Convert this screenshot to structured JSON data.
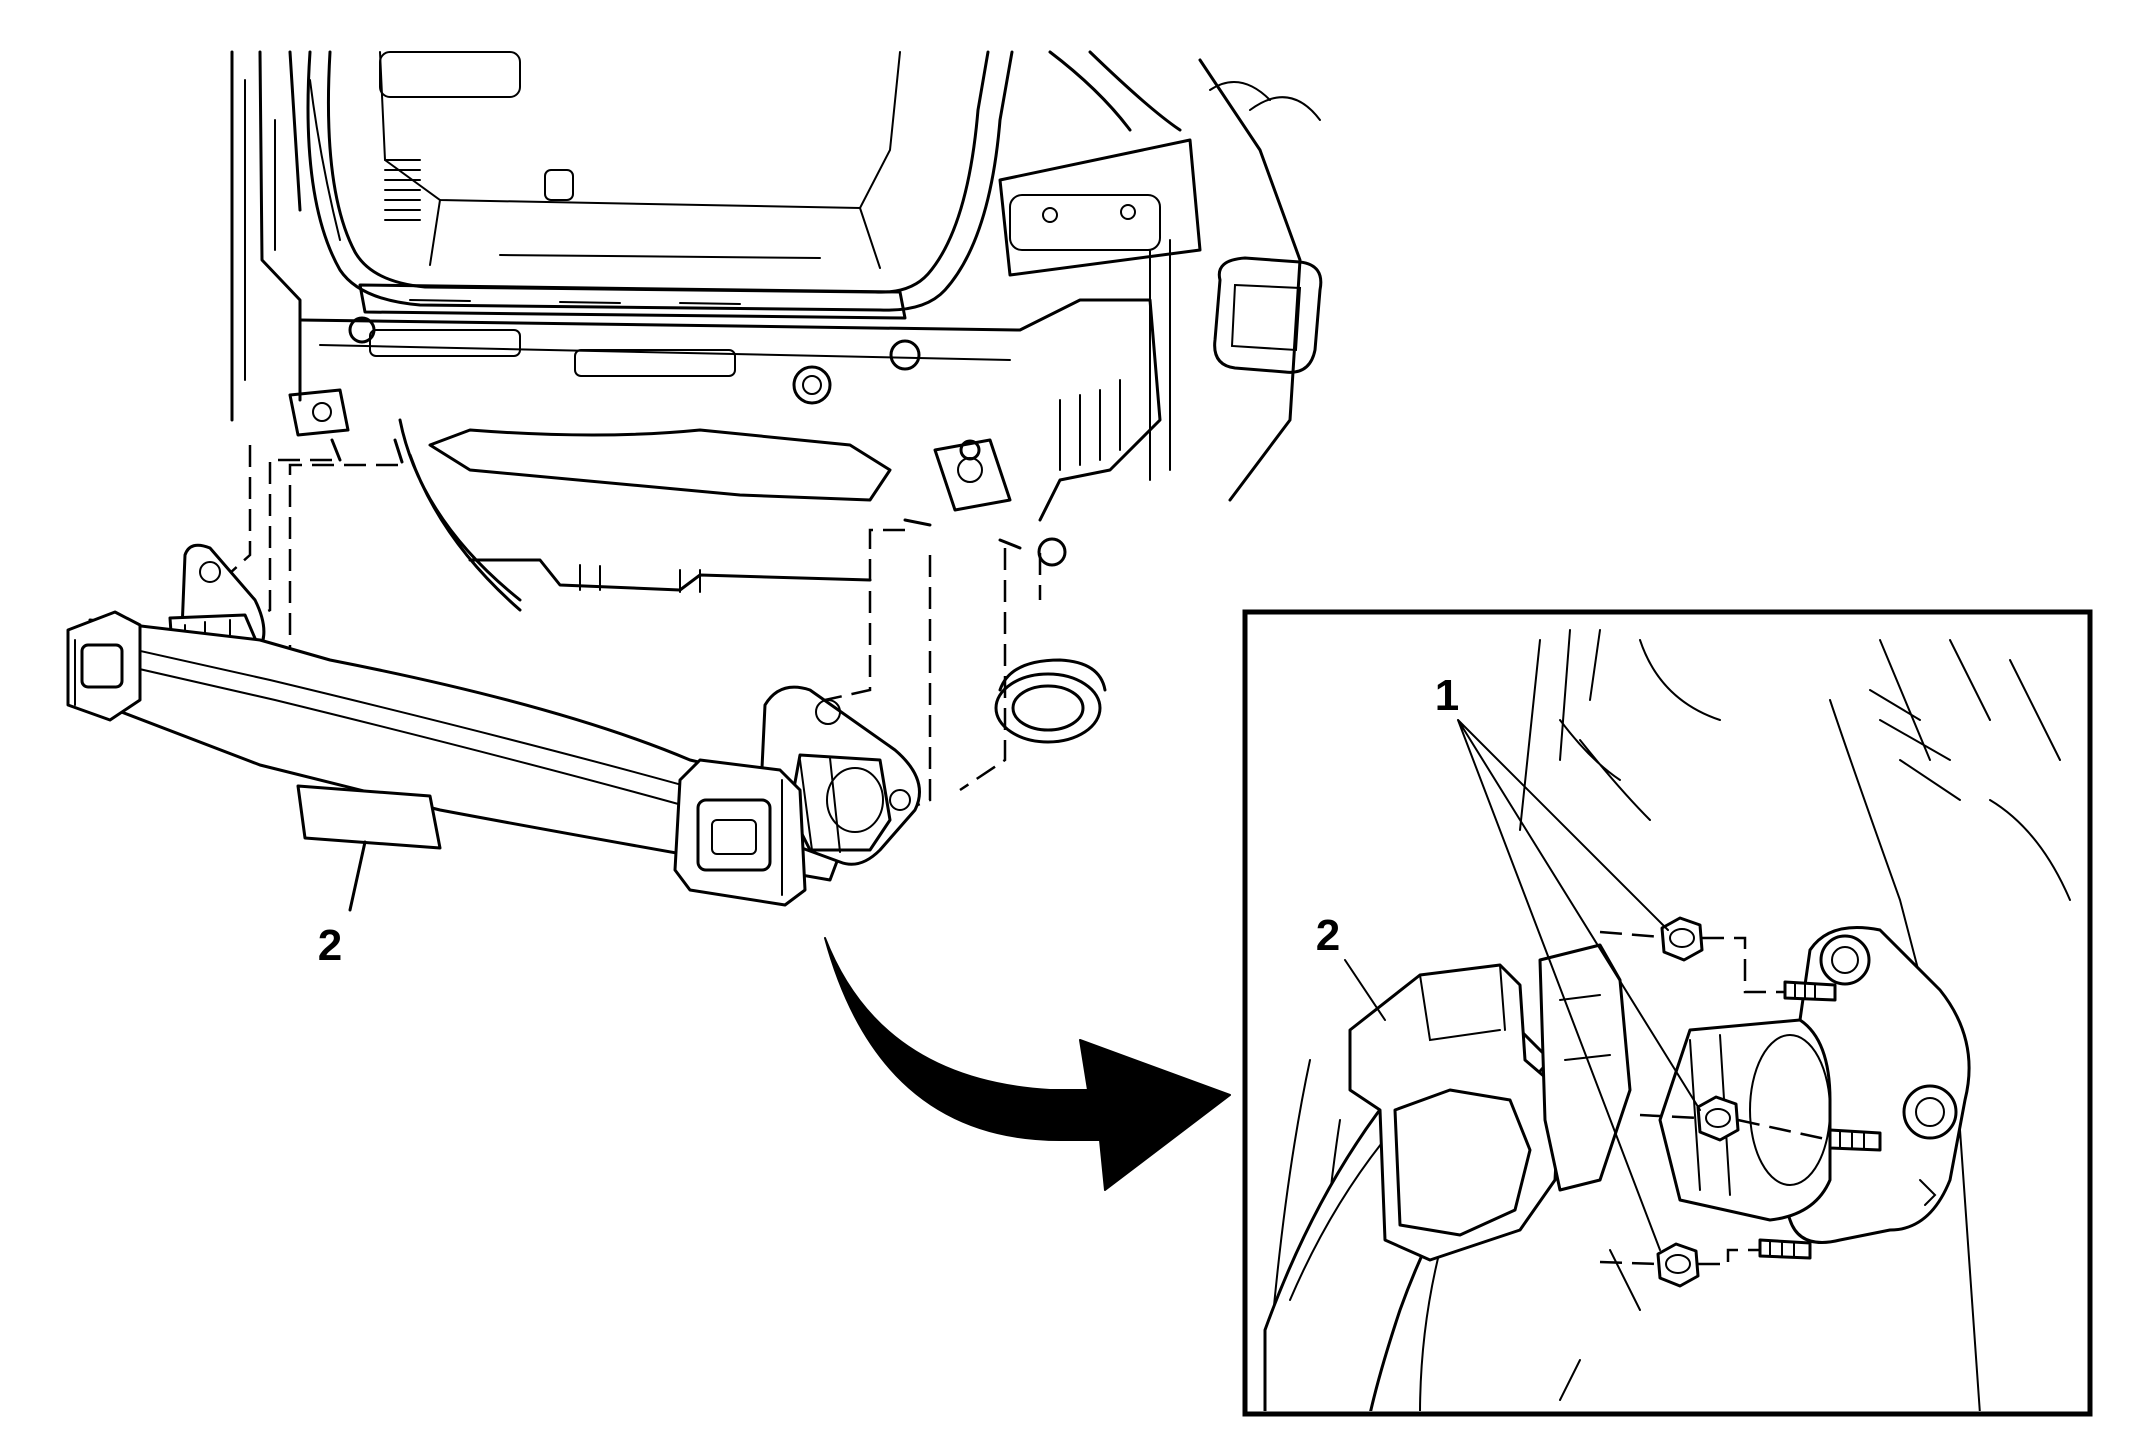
{
  "callouts": {
    "main_bar": "2",
    "inset_fasteners": "1",
    "inset_bar": "2"
  },
  "icons": [
    "rear-bumper-impact-bar-illustration",
    "nut-icon",
    "curved-arrow-icon"
  ],
  "colors": {
    "line": "#000000",
    "background": "#ffffff"
  }
}
